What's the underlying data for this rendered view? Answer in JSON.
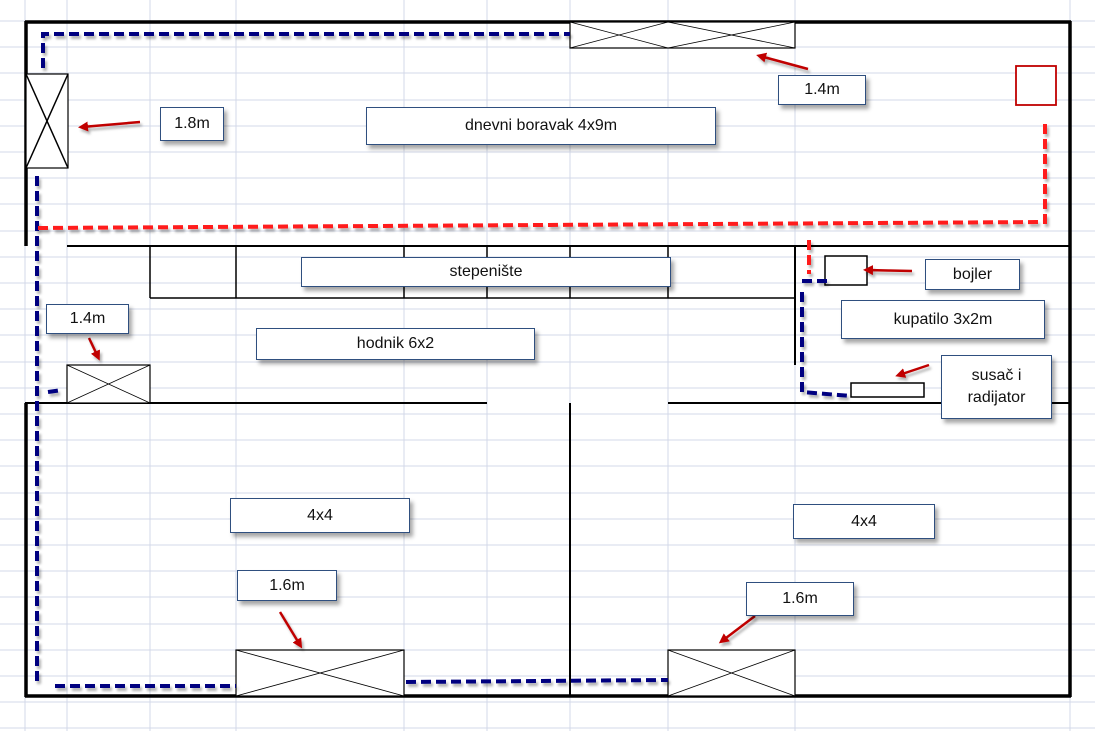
{
  "diagram": {
    "type": "floor-plan",
    "background": "spreadsheet grid",
    "colors": {
      "wall": "#000000",
      "gridline": "#d3d9e8",
      "water_pipe": "#000080",
      "heating_pipe": "#ff1a1a",
      "arrow": "#c00000",
      "label_border": "#2f4f7f",
      "heater_box": "#c00000"
    },
    "rooms": [
      {
        "id": "living-room",
        "label": "dnevni boravak 4x9m"
      },
      {
        "id": "staircase",
        "label": "stepenište"
      },
      {
        "id": "hallway",
        "label": "hodnik 6x2"
      },
      {
        "id": "bathroom",
        "label": "kupatilo  3x2m"
      },
      {
        "id": "bedroom-left",
        "label": "4x4"
      },
      {
        "id": "bedroom-right",
        "label": "4x4"
      }
    ],
    "windows": [
      {
        "id": "window-living-left",
        "label": "1.8m"
      },
      {
        "id": "window-living-top",
        "label": "1.4m"
      },
      {
        "id": "window-hallway",
        "label": "1.4m"
      },
      {
        "id": "window-bedroom-left",
        "label": "1.6m"
      },
      {
        "id": "window-bedroom-right",
        "label": "1.6m"
      }
    ],
    "fixtures": [
      {
        "id": "boiler",
        "label": "bojler"
      },
      {
        "id": "dryer-radiator",
        "label": "susač i radijator"
      }
    ]
  }
}
